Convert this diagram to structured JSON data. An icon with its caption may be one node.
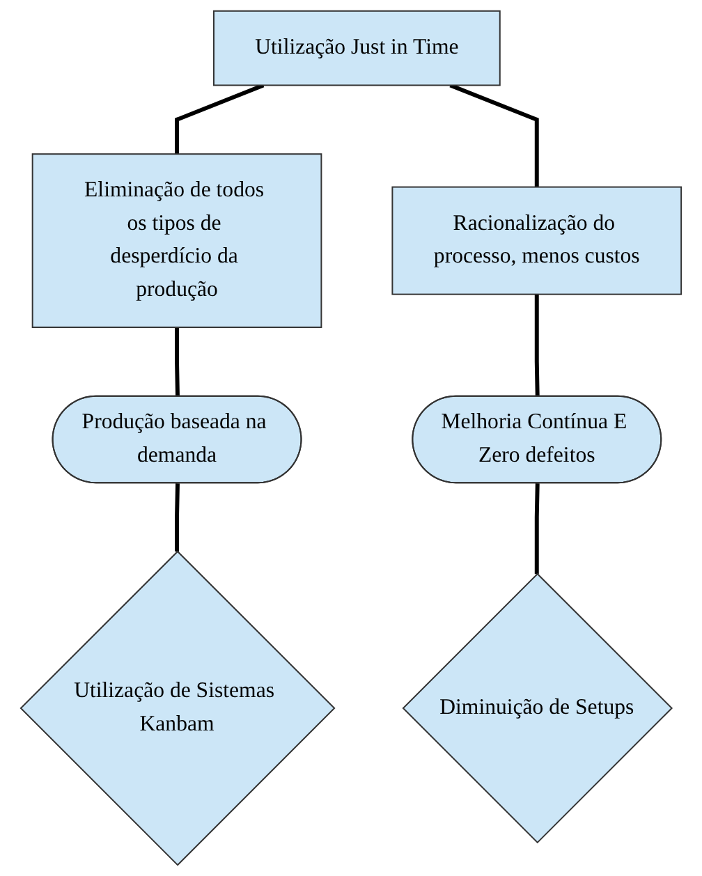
{
  "diagram": {
    "nodes": [
      {
        "text": [
          "Utilização Just in Time"
        ]
      },
      {
        "text": [
          "Eliminação de todos os tipos de desperdício da produção"
        ]
      },
      {
        "text": [
          "Racionalização do processo, menos custos"
        ]
      },
      {
        "text": [
          "Produção baseada na demanda"
        ]
      },
      {
        "text": [
          "Melhoria Contínua E Zero defeitos"
        ]
      },
      {
        "text": [
          "Utilização de Sistemas Kanbam"
        ]
      },
      {
        "text": [
          "Diminuição de Setups"
        ]
      }
    ],
    "edges": [
      {
        "from": 0,
        "to": 1,
        "arrow": "none"
      },
      {
        "from": 0,
        "to": 2,
        "arrow": "none"
      },
      {
        "from": 1,
        "to": 3,
        "arrow": "none"
      },
      {
        "from": 3,
        "to": 5,
        "arrow": "none"
      },
      {
        "from": 2,
        "to": 4,
        "arrow": "none"
      },
      {
        "from": 4,
        "to": 6,
        "arrow": "none"
      }
    ]
  }
}
